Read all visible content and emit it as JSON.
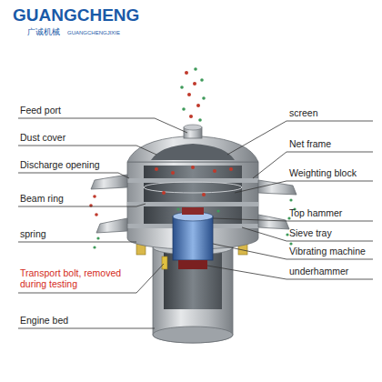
{
  "diagram": {
    "labels": [
      "GUANGCHENG",
      "广诚机械",
      "GUANGCHENGJIXIE",
      "Feed port",
      "Dust cover",
      "Discharge opening",
      "Beam ring",
      "spring",
      "Transport bolt, removed during testing",
      "Engine bed",
      "screen",
      "Net frame",
      "Weighting block",
      "Top hammer",
      "Sieve tray",
      "Vibrating machine",
      "underhammer"
    ]
  }
}
